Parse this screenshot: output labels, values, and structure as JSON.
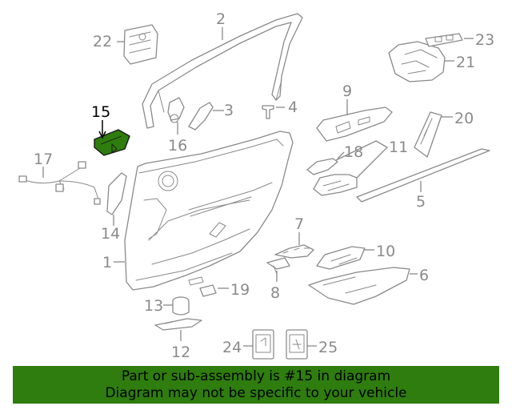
{
  "highlight_color": "#2e7d0e",
  "callouts": {
    "c1": "1",
    "c2": "2",
    "c3": "3",
    "c4": "4",
    "c5": "5",
    "c6": "6",
    "c7": "7",
    "c8": "8",
    "c9": "9",
    "c10": "10",
    "c11": "11",
    "c12": "12",
    "c13": "13",
    "c14": "14",
    "c15": "15",
    "c16": "16",
    "c17": "17",
    "c18": "18",
    "c19": "19",
    "c20": "20",
    "c21": "21",
    "c22": "22",
    "c23": "23",
    "c24": "24",
    "c25": "25"
  },
  "banner": {
    "line1": "Part or sub-assembly is #15 in diagram",
    "line2": "Diagram may not be specific to your vehicle"
  }
}
